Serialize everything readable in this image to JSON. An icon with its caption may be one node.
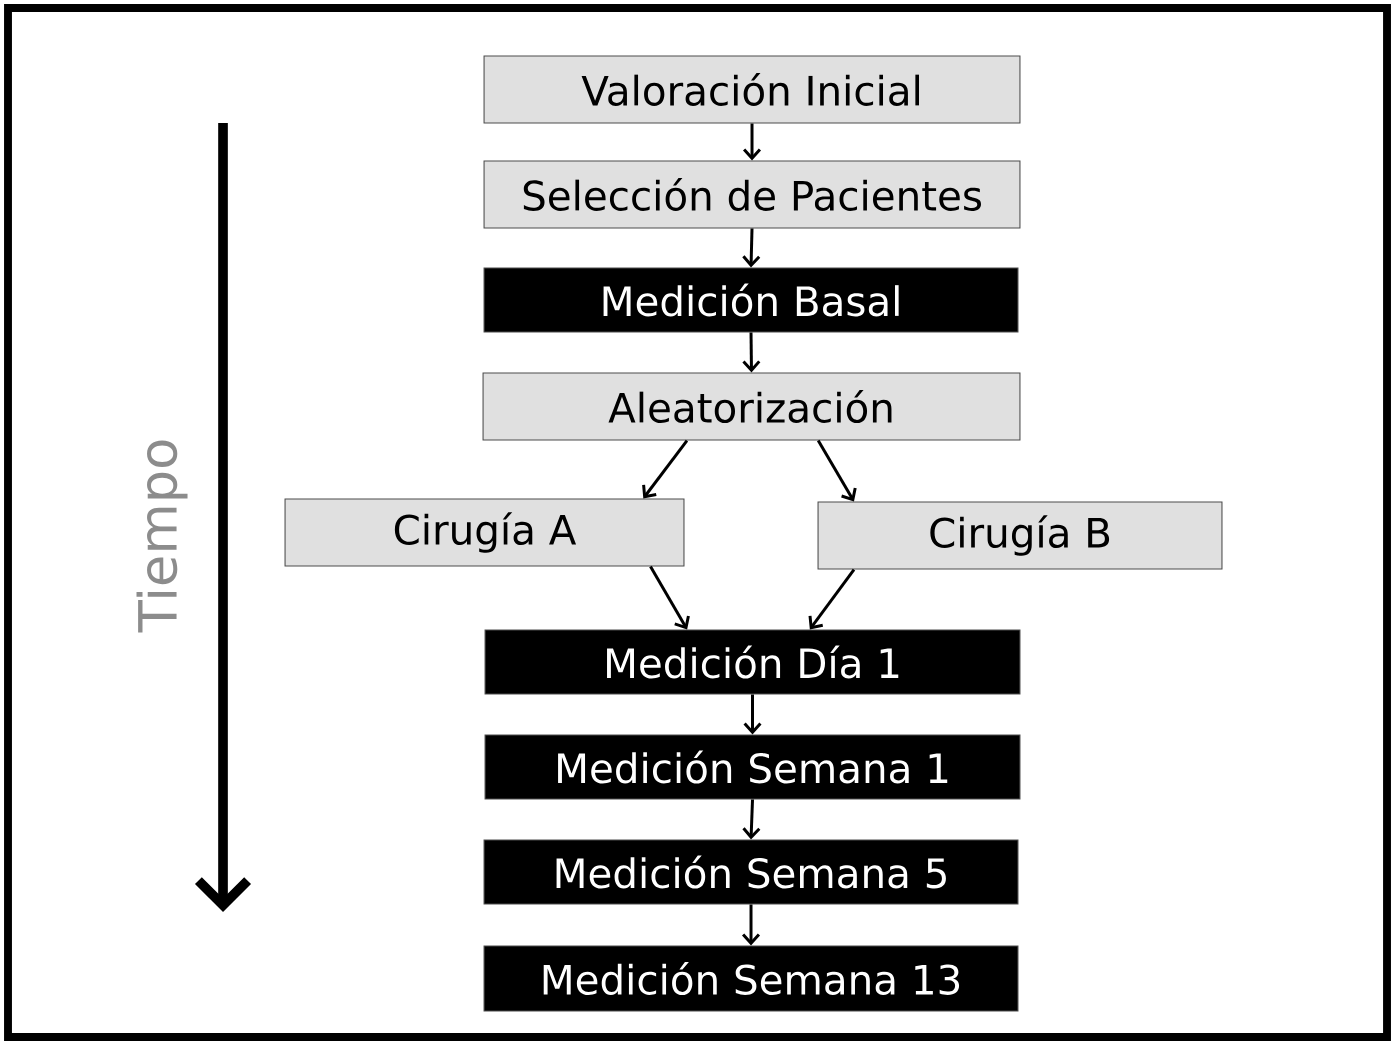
{
  "diagram": {
    "nodes": [
      {
        "text": [
          "Valoración Inicial"
        ]
      },
      {
        "text": [
          "Selección de Pacientes"
        ]
      },
      {
        "text": [
          "Medición Basal"
        ]
      },
      {
        "text": [
          "Aleatorización"
        ]
      },
      {
        "text": [
          "Cirugía A"
        ]
      },
      {
        "text": [
          "Cirugía B"
        ]
      },
      {
        "text": [
          "Medición Día 1"
        ]
      },
      {
        "text": [
          "Medición Semana 1"
        ]
      },
      {
        "text": [
          "Medición Semana 5"
        ]
      },
      {
        "text": [
          "Medición Semana 13"
        ]
      }
    ],
    "edges": [
      {
        "from": 0,
        "to": 1,
        "arrow": "to"
      },
      {
        "from": 1,
        "to": 2,
        "arrow": "to"
      },
      {
        "from": 2,
        "to": 3,
        "arrow": "to"
      },
      {
        "from": 3,
        "to": 4,
        "arrow": "to"
      },
      {
        "from": 3,
        "to": 5,
        "arrow": "to"
      },
      {
        "from": 4,
        "to": 6,
        "arrow": "to"
      },
      {
        "from": 5,
        "to": 6,
        "arrow": "to"
      },
      {
        "from": 6,
        "to": 7,
        "arrow": "to"
      },
      {
        "from": 7,
        "to": 8,
        "arrow": "to"
      },
      {
        "from": 8,
        "to": 9,
        "arrow": "to"
      }
    ],
    "labels": [
      "Tiempo"
    ]
  }
}
